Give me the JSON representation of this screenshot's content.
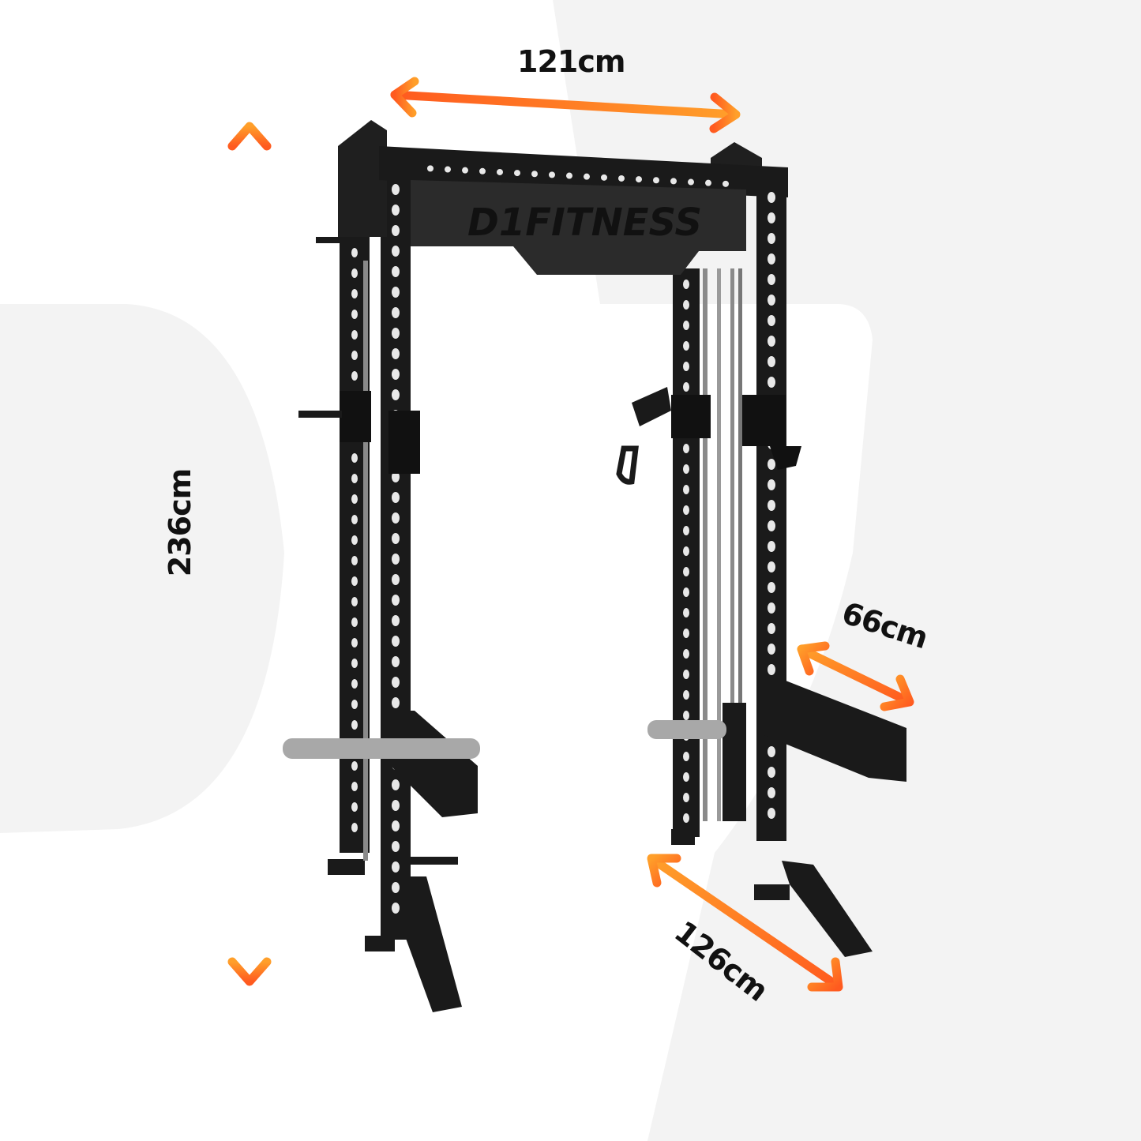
{
  "product": {
    "brand_logo_text": "D1FITNESS"
  },
  "dimensions": {
    "width": "121cm",
    "height": "236cm",
    "depth": "66cm",
    "footprint_depth": "126cm"
  },
  "colors": {
    "background": "#ffffff",
    "background_watermark": "#f3f3f3",
    "arrow_start": "#ff9f2a",
    "arrow_end": "#ff5a1f",
    "frame": "#1a1a1a",
    "frame_highlight": "#3a3a3a",
    "hole": "#e8e8e8",
    "label_text": "#111111"
  }
}
